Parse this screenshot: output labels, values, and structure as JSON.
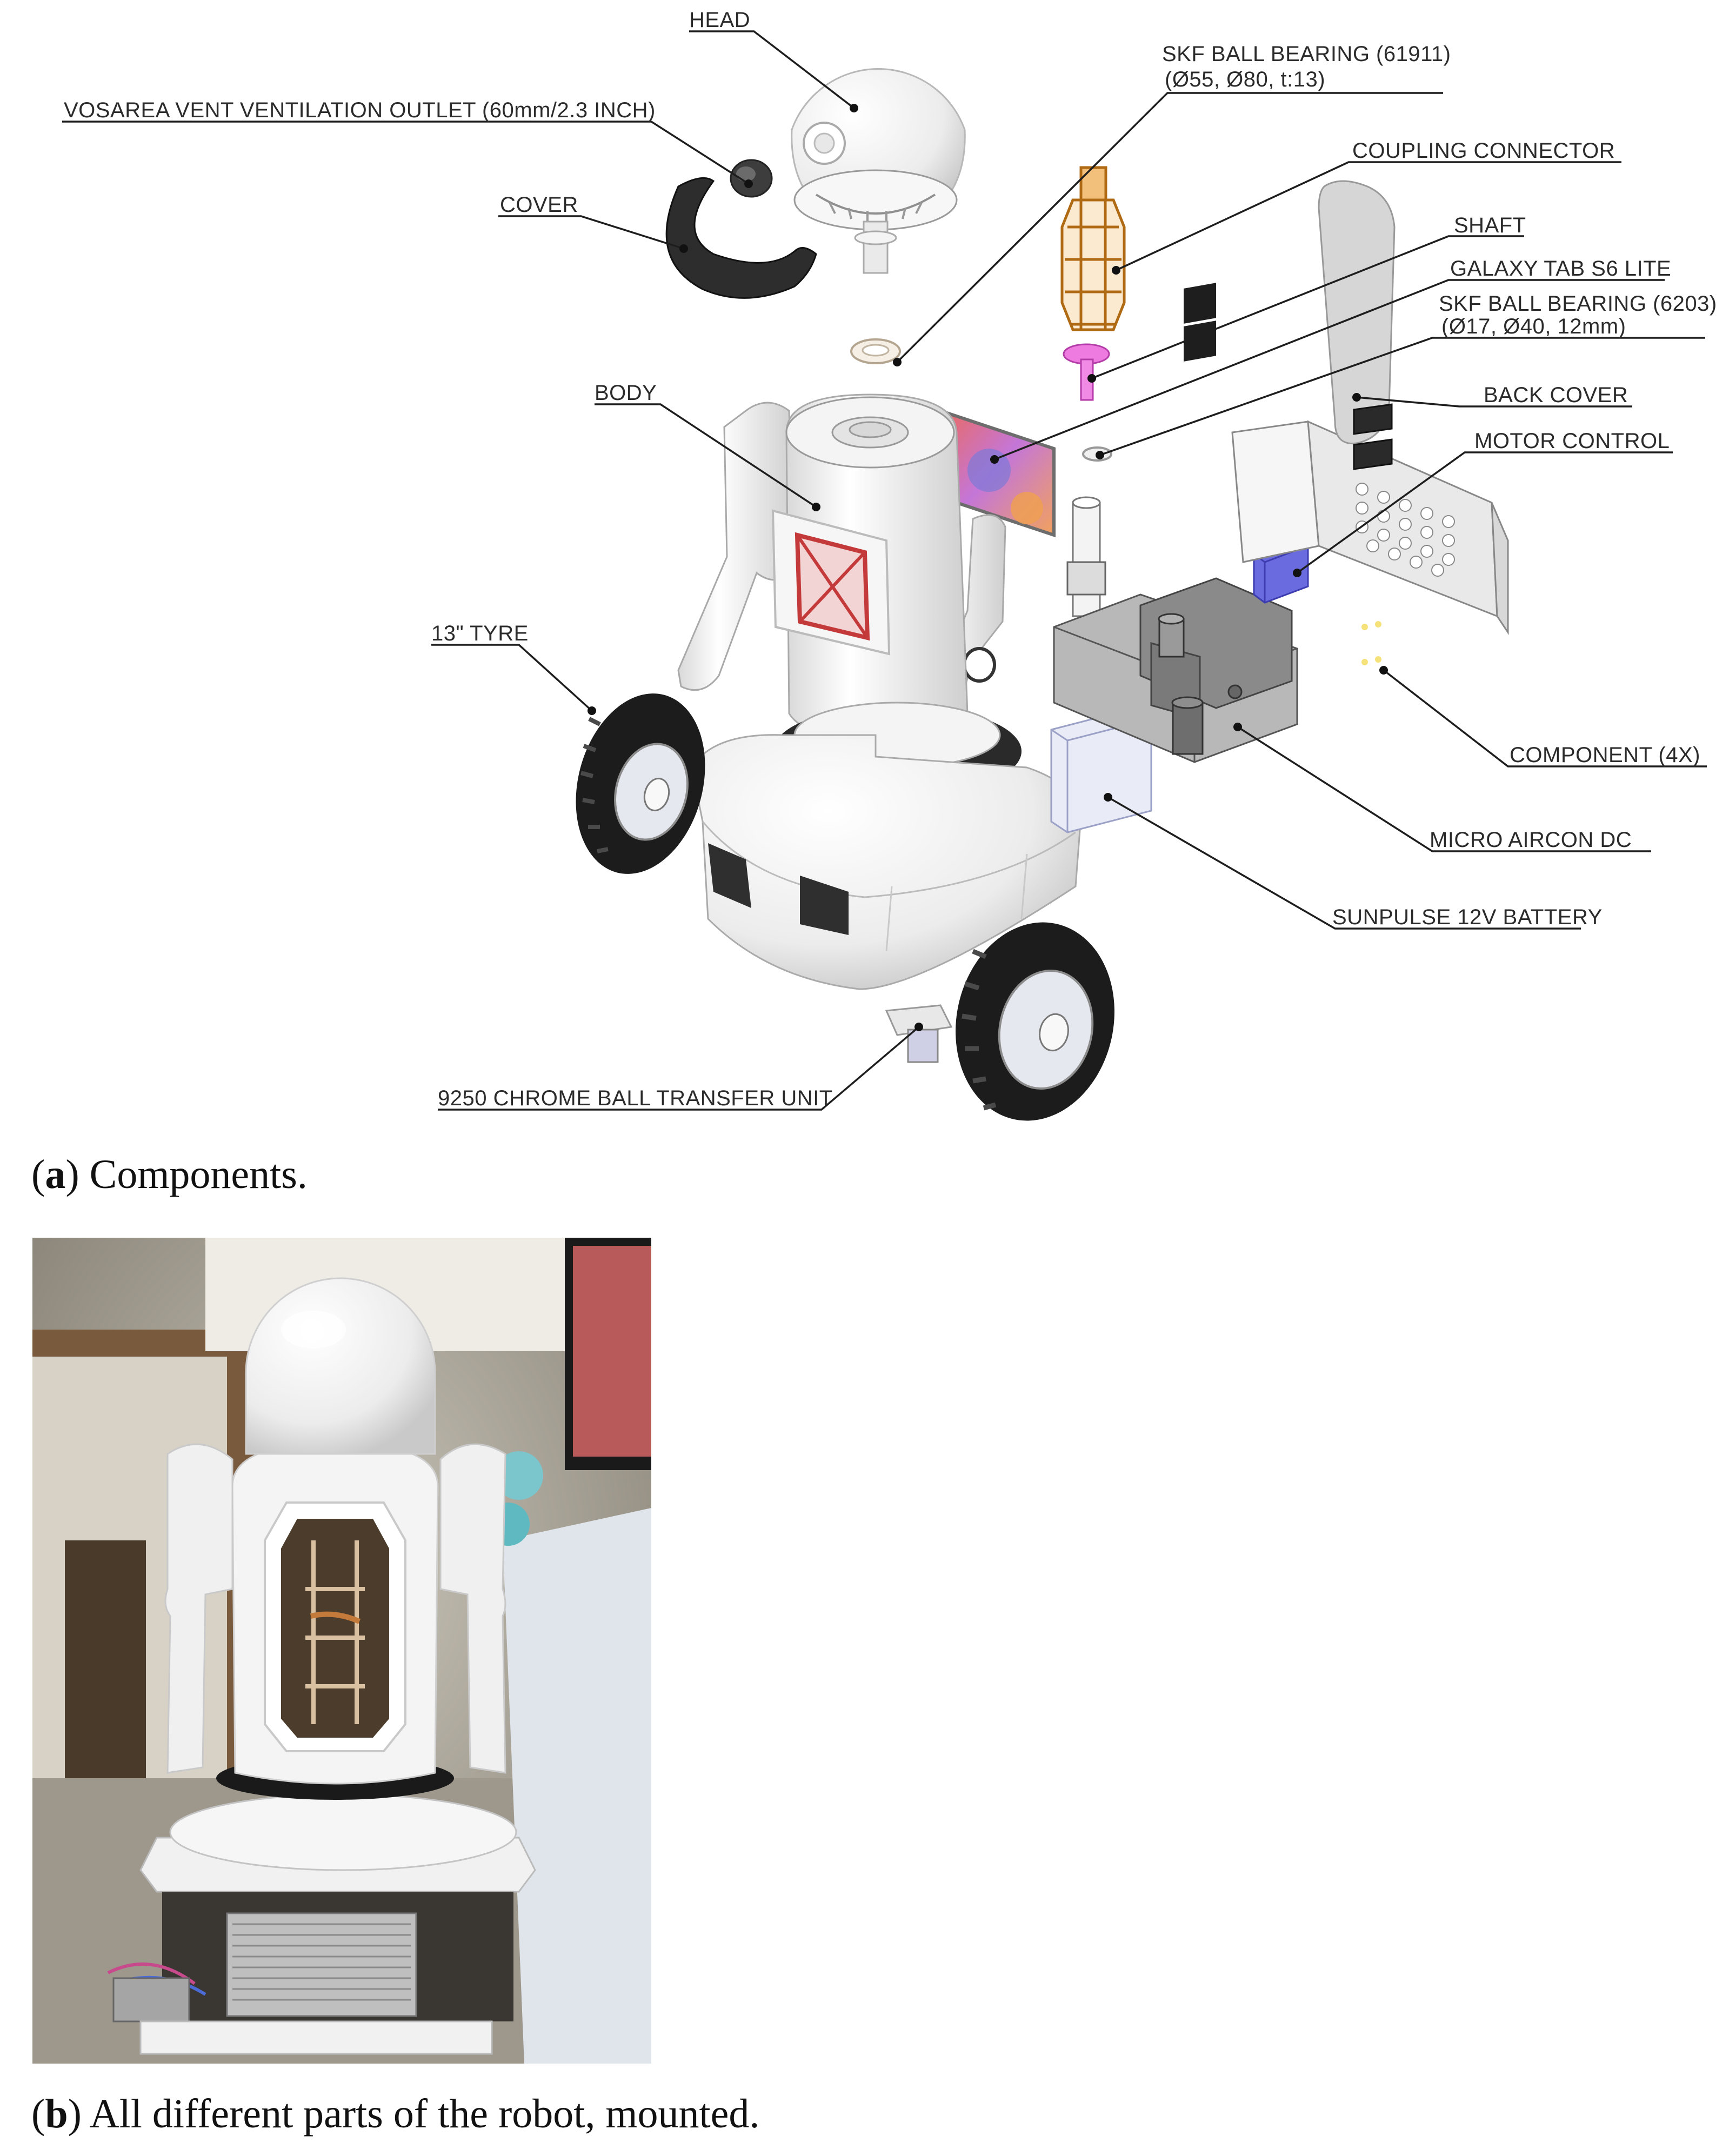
{
  "diagram": {
    "labels": [
      {
        "id": "head",
        "text": "HEAD"
      },
      {
        "id": "bearing-61911",
        "text": "SKF BALL BEARING (61911)",
        "text2": "(Ø55, Ø80, t:13)"
      },
      {
        "id": "vent",
        "text": "VOSAREA VENT VENTILATION OUTLET (60mm/2.3 INCH)"
      },
      {
        "id": "coupling",
        "text": "COUPLING CONNECTOR"
      },
      {
        "id": "cover",
        "text": "COVER"
      },
      {
        "id": "shaft",
        "text": "SHAFT"
      },
      {
        "id": "galaxy",
        "text": "GALAXY TAB S6 LITE"
      },
      {
        "id": "bearing-6203",
        "text": "SKF BALL BEARING (6203)",
        "text2": "(Ø17, Ø40, 12mm)"
      },
      {
        "id": "body",
        "text": "BODY"
      },
      {
        "id": "back-cover",
        "text": "BACK COVER"
      },
      {
        "id": "motor-control",
        "text": "MOTOR CONTROL"
      },
      {
        "id": "tyre",
        "text": "13\" TYRE"
      },
      {
        "id": "component",
        "text": "COMPONENT (4X)"
      },
      {
        "id": "aircon",
        "text": "MICRO AIRCON DC"
      },
      {
        "id": "battery",
        "text": "SUNPULSE 12V BATTERY"
      },
      {
        "id": "ball-transfer",
        "text": "9250 CHROME BALL TRANSFER UNIT"
      }
    ]
  },
  "captions": {
    "a": {
      "letter": "a",
      "text": "Components."
    },
    "b": {
      "letter": "b",
      "text": "All different parts of the robot, mounted."
    }
  },
  "colors": {
    "robot_white": "#f2f2f2",
    "tyre": "#1c1c1c",
    "coupling": "#e8a448",
    "shaft": "#e85fd2",
    "motor_control": "#6b6be0",
    "aircon": "#6a6a6a",
    "accent_red": "#c43a3a"
  }
}
